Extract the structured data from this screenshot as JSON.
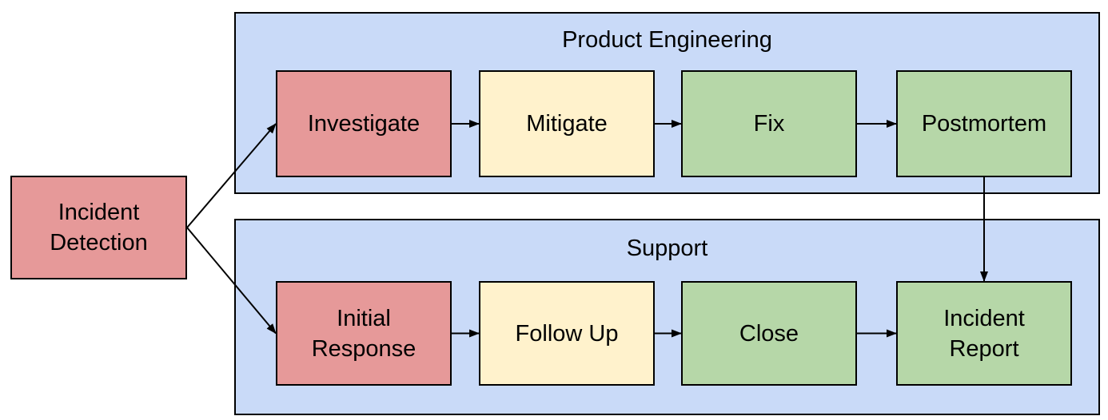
{
  "diagram": {
    "type": "flowchart",
    "colors": {
      "stage_red": "#E69999",
      "stage_yellow": "#FFF2CC",
      "stage_green": "#B6D7A8",
      "lane_blue": "#C9DAF8",
      "border": "#000000",
      "text": "#000000",
      "arrow": "#000000",
      "background": "#FFFFFF"
    },
    "lanes": [
      {
        "id": "product-engineering",
        "title": "Product Engineering"
      },
      {
        "id": "support",
        "title": "Support"
      }
    ],
    "nodes": [
      {
        "id": "incident-detection",
        "label": "Incident Detection",
        "lane": null,
        "color": "stage_red"
      },
      {
        "id": "investigate",
        "label": "Investigate",
        "lane": "product-engineering",
        "color": "stage_red"
      },
      {
        "id": "mitigate",
        "label": "Mitigate",
        "lane": "product-engineering",
        "color": "stage_yellow"
      },
      {
        "id": "fix",
        "label": "Fix",
        "lane": "product-engineering",
        "color": "stage_green"
      },
      {
        "id": "postmortem",
        "label": "Postmortem",
        "lane": "product-engineering",
        "color": "stage_green"
      },
      {
        "id": "initial-response",
        "label": "Initial Response",
        "lane": "support",
        "color": "stage_red"
      },
      {
        "id": "follow-up",
        "label": "Follow Up",
        "lane": "support",
        "color": "stage_yellow"
      },
      {
        "id": "close",
        "label": "Close",
        "lane": "support",
        "color": "stage_green"
      },
      {
        "id": "incident-report",
        "label": "Incident Report",
        "lane": "support",
        "color": "stage_green"
      }
    ],
    "edges": [
      {
        "from": "incident-detection",
        "to": "investigate",
        "from_side": "right",
        "to_side": "left"
      },
      {
        "from": "incident-detection",
        "to": "initial-response",
        "from_side": "right",
        "to_side": "left"
      },
      {
        "from": "investigate",
        "to": "mitigate",
        "from_side": "right",
        "to_side": "left"
      },
      {
        "from": "mitigate",
        "to": "fix",
        "from_side": "right",
        "to_side": "left"
      },
      {
        "from": "fix",
        "to": "postmortem",
        "from_side": "right",
        "to_side": "left"
      },
      {
        "from": "postmortem",
        "to": "incident-report",
        "from_side": "bottom",
        "to_side": "top"
      },
      {
        "from": "initial-response",
        "to": "follow-up",
        "from_side": "right",
        "to_side": "left"
      },
      {
        "from": "follow-up",
        "to": "close",
        "from_side": "right",
        "to_side": "left"
      },
      {
        "from": "close",
        "to": "incident-report",
        "from_side": "right",
        "to_side": "left"
      }
    ]
  }
}
